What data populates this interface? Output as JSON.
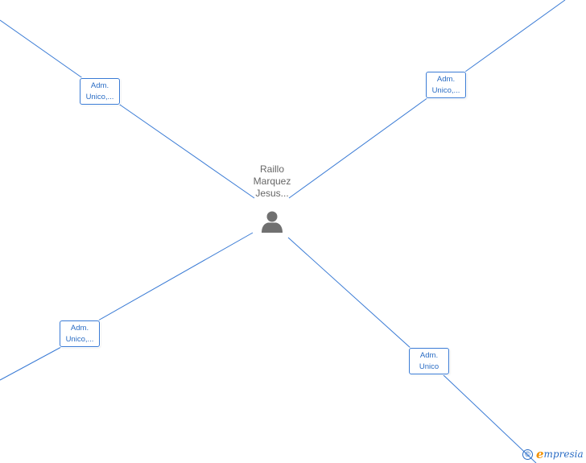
{
  "person": {
    "name_lines": [
      "Raillo",
      "Marquez",
      "Jesus..."
    ],
    "icon": "person-icon"
  },
  "roles": {
    "top_left": [
      "Adm.",
      "Unico,..."
    ],
    "top_right": [
      "Adm.",
      "Unico,..."
    ],
    "bottom_left": [
      "Adm.",
      "Unico,..."
    ],
    "bottom_right": [
      "Adm.",
      "Unico"
    ]
  },
  "watermark": {
    "symbol": "©",
    "brand_initial": "e",
    "brand_rest": "mpresia"
  },
  "colors": {
    "edge": "#3a7bd5",
    "role_text": "#2a6cc4",
    "person_text": "#666666",
    "icon": "#707070",
    "brand_initial": "#f39200"
  }
}
